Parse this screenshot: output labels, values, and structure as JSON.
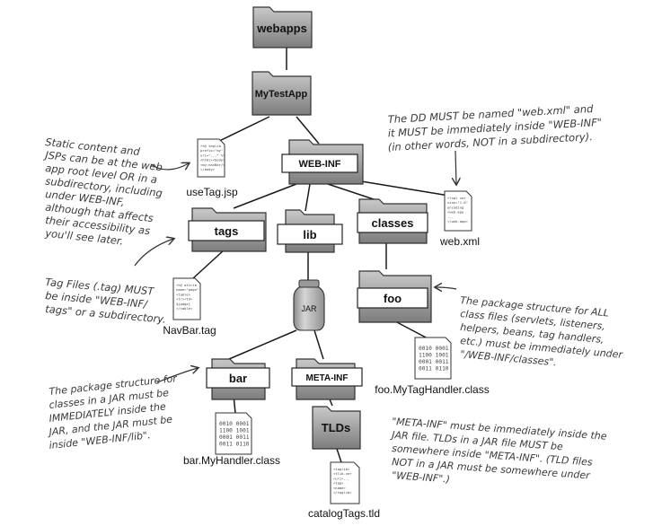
{
  "folders": {
    "webapps": "webapps",
    "mytestapp": "MyTestApp",
    "webinf": "WEB-INF",
    "tags": "tags",
    "lib": "lib",
    "classes": "classes",
    "foo": "foo",
    "bar": "bar",
    "metainf": "META-INF",
    "tlds": "TLDs"
  },
  "jar_label": "JAR",
  "files": {
    "usetag": "useTag.jsp",
    "webxml": "web.xml",
    "navbar": "NavBar.tag",
    "foo_handler": "foo.MyTagHandler.class",
    "bar_handler": "bar.MyHandler.class",
    "catalog": "catalogTags.tld"
  },
  "notes": {
    "static_content": [
      "Static content and",
      "JSPs can be at the web",
      "app root level OR in a",
      "subdirectory, including",
      "under WEB-INF,",
      "although that affects",
      "their accessibility as",
      "you'll see later."
    ],
    "dd": [
      "The DD MUST be named \"web.xml\" and",
      "it MUST be immediately inside \"WEB-INF\"",
      "(in other words, NOT in a subdirectory)."
    ],
    "tag_files": [
      "Tag Files (.tag) MUST",
      "be inside \"WEB-INF/",
      "tags\" or a subdirectory."
    ],
    "package_all": [
      "The package structure for ALL",
      "class files (servlets, listeners,",
      "helpers, beans, tag handlers,",
      "etc.) must be immediately under",
      "\"/WEB-INF/classes\"."
    ],
    "package_jar": [
      "The package structure for",
      "classes in a JAR must be",
      "IMMEDIATELY inside the",
      "JAR, and the JAR must be",
      "inside \"WEB-INF/lib\"."
    ],
    "metainf": [
      "\"META-INF\" must be immediately inside the",
      "JAR file. TLDs in a JAR file MUST be",
      "somewhere inside \"META-INF\". (TLD files",
      "NOT in a JAR must be somewhere under",
      "\"WEB-INF\".)"
    ]
  },
  "binary_rows": [
    "0010 0001",
    "1100 1001",
    "0001 0011",
    "0011 0110"
  ],
  "doc_lines": {
    "usetag": [
      "<%@ taglib",
      "prefix=\"my\"",
      "uri=\"...\" %>",
      "<html><body>",
      "<my:navBar/>",
      "</body>"
    ],
    "webxml": [
      "<?xml ver",
      "sion=\"1.0\"",
      "encoding",
      "<web-app",
      "...",
      "</web-app>"
    ],
    "navbar": [
      "<%@ attrib",
      "name=\"page\"",
      "<table>",
      "<tr><td>",
      "${page}",
      "</table>"
    ],
    "catalog": [
      "<taglib>",
      "<tlib-ver",
      "<uri>...",
      "<tag>",
      "<name>",
      "</taglib>"
    ]
  }
}
